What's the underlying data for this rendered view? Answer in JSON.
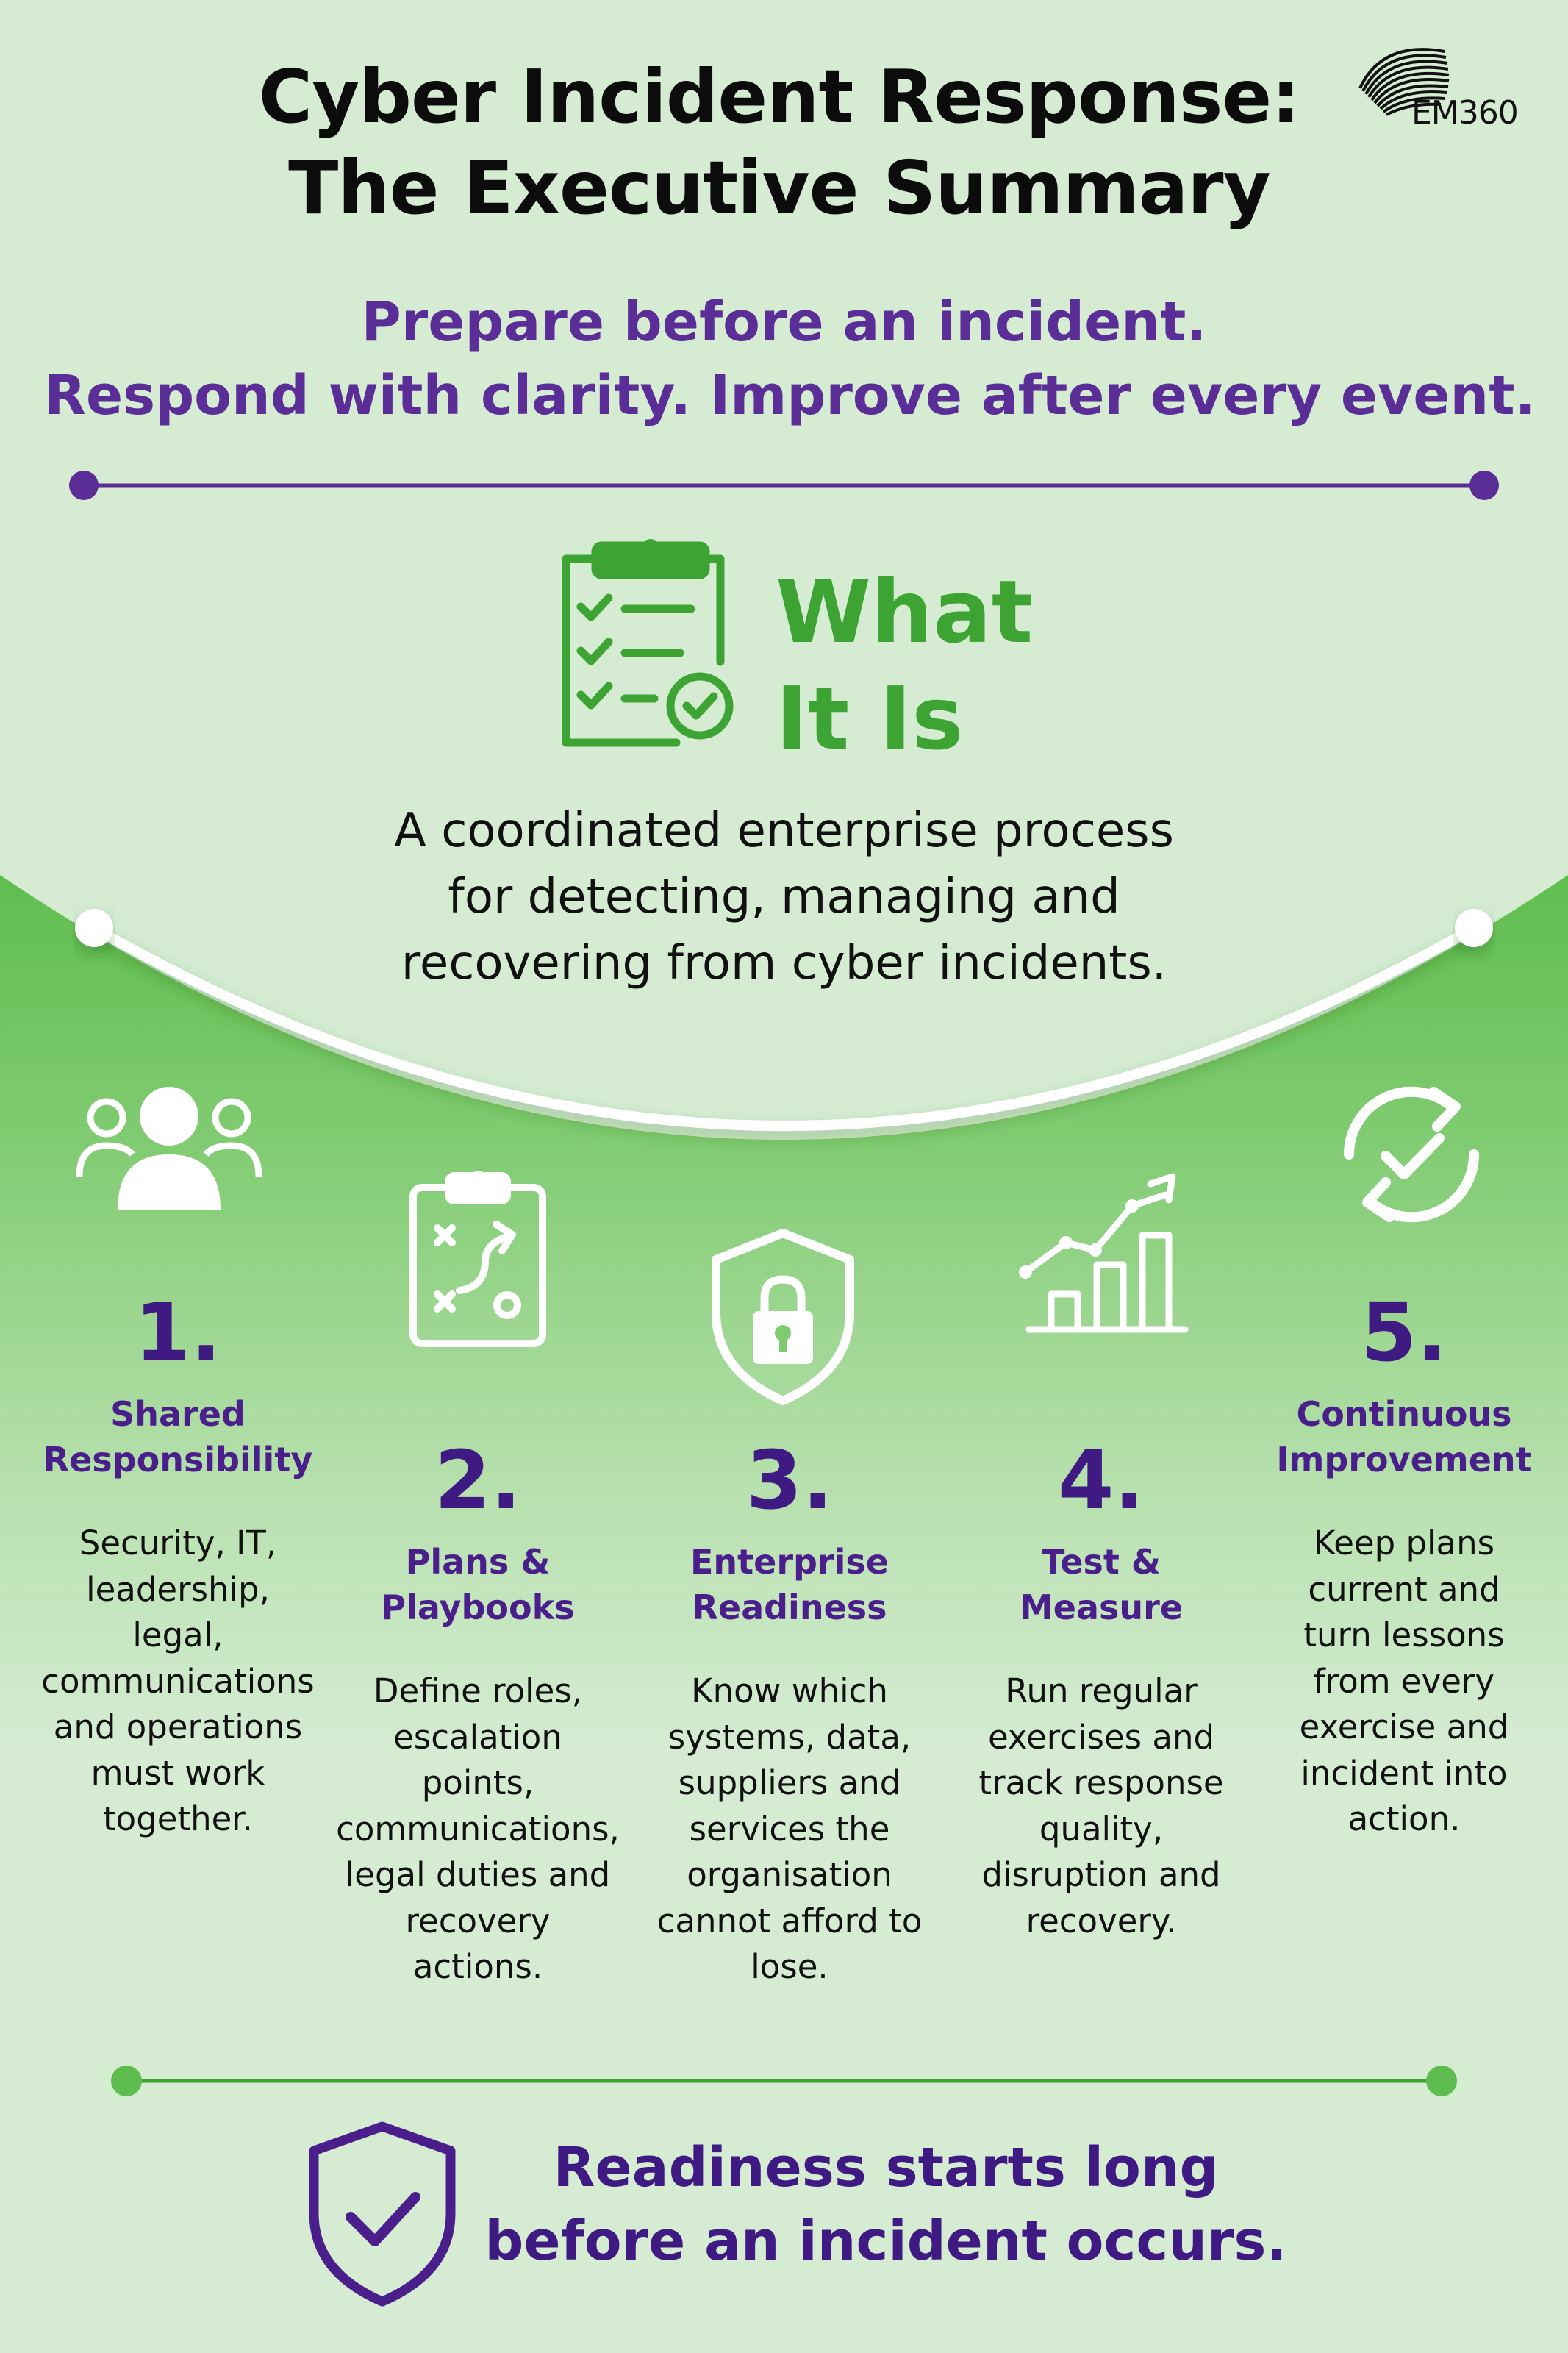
{
  "title": {
    "line1": "Cyber Incident Response:",
    "line2": "The Executive Summary"
  },
  "logo": {
    "text": "EM360"
  },
  "tagline": {
    "line1": "Prepare before an incident.",
    "line2": "Respond with clarity. Improve after every event."
  },
  "what_it_is": {
    "title_line1": "What",
    "title_line2": "It Is",
    "description_line1": "A coordinated enterprise process",
    "description_line2": "for detecting, managing and",
    "description_line3": "recovering from cyber incidents."
  },
  "items": [
    {
      "number": "1.",
      "heading_line1": "Shared",
      "heading_line2": "Responsibility",
      "body": [
        "Security, IT,",
        "leadership,",
        "legal,",
        "communications",
        "and operations",
        "must work",
        "together."
      ],
      "icon": "team-icon"
    },
    {
      "number": "2.",
      "heading_line1": "Plans &",
      "heading_line2": "Playbooks",
      "body": [
        "Define roles,",
        "escalation",
        "points,",
        "communications,",
        "legal duties and",
        "recovery",
        "actions."
      ],
      "icon": "strategy-clipboard-icon"
    },
    {
      "number": "3.",
      "heading_line1": "Enterprise",
      "heading_line2": "Readiness",
      "body": [
        "Know which",
        "systems, data,",
        "suppliers and",
        "services the",
        "organisation",
        "cannot afford to",
        "lose."
      ],
      "icon": "shield-lock-icon"
    },
    {
      "number": "4.",
      "heading_line1": "Test &",
      "heading_line2": "Measure",
      "body": [
        "Run regular",
        "exercises and",
        "track response",
        "quality,",
        "disruption and",
        "recovery."
      ],
      "icon": "growth-chart-icon"
    },
    {
      "number": "5.",
      "heading_line1": "Continuous",
      "heading_line2": "Improvement",
      "body": [
        "Keep plans",
        "current and",
        "turn lessons",
        "from every",
        "exercise and",
        "incident into",
        "action."
      ],
      "icon": "refresh-check-icon"
    }
  ],
  "footer": {
    "line1": "Readiness starts long",
    "line2": "before an incident occurs."
  },
  "colors": {
    "background": "#d5ecd3",
    "green": "#3da434",
    "purple": "#5b2d96",
    "dark_purple": "#3e1a82"
  }
}
